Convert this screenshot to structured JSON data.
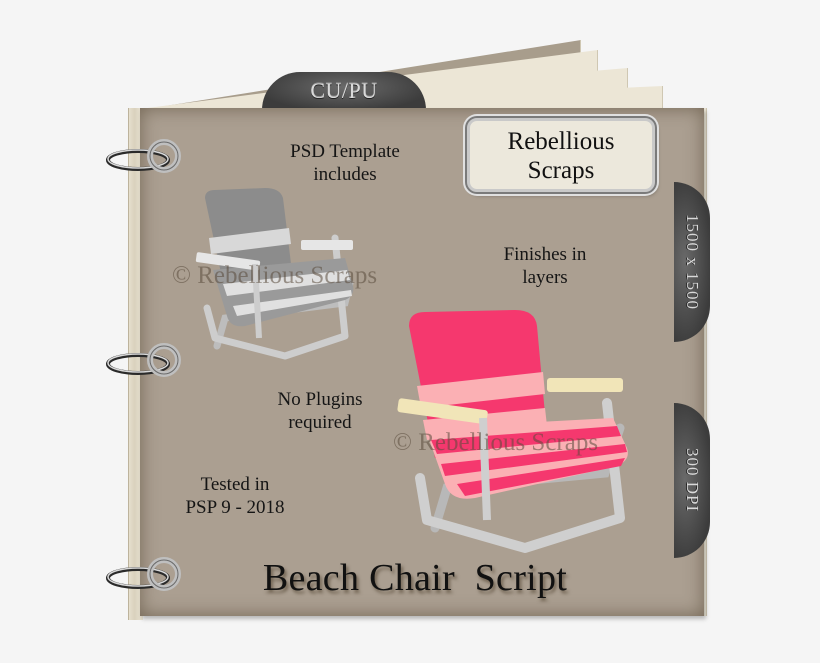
{
  "book": {
    "tab_top": "CU/PU",
    "tab_size": "1500 x 1500",
    "tab_dpi": "300 DPI",
    "brand_plaque": {
      "line1": "Rebellious",
      "line2": "Scraps"
    },
    "features": {
      "psd": {
        "line1": "PSD Template",
        "line2": "includes"
      },
      "finishes": {
        "line1": "Finishes in",
        "line2": "layers"
      },
      "plugins": {
        "line1": "No Plugins",
        "line2": "required"
      },
      "tested": {
        "line1": "Tested in",
        "line2": "PSP 9 - 2018"
      }
    },
    "watermark": "© Rebellious Scraps",
    "title": "Beach Chair  Script"
  },
  "colors": {
    "cover": "#ab9f91",
    "tab": "#4a4a4a",
    "chair_pink": "#f5386e",
    "chair_light_pink": "#fbb0b4",
    "chair_gray": "#8c8c8c",
    "chair_light_gray": "#d4d4d4",
    "armrest": "#f1e5b8",
    "frame": "#c8c8c8"
  }
}
